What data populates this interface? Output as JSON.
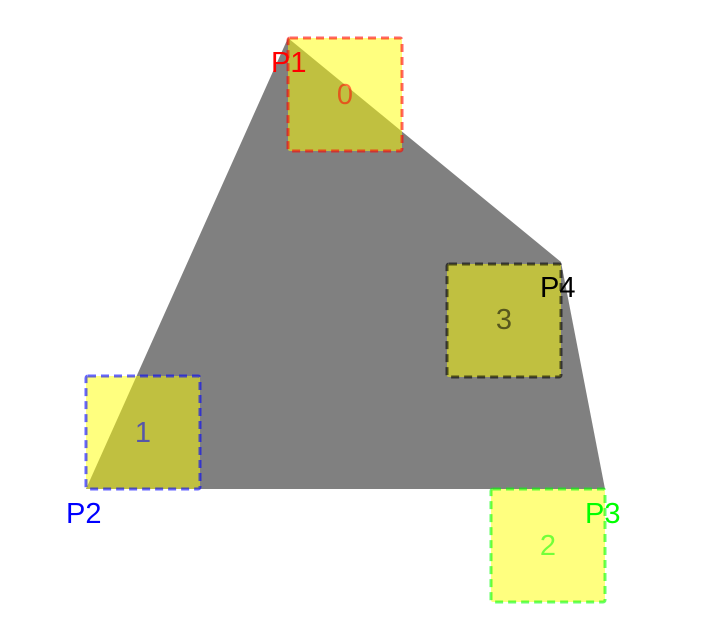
{
  "polygon": {
    "fill": "#808080",
    "vertices": [
      {
        "label": "P1",
        "color": "#ff0000"
      },
      {
        "label": "P2",
        "color": "#0000ff"
      },
      {
        "label": "P3",
        "color": "#00ff00"
      },
      {
        "label": "P4",
        "color": "#000000"
      }
    ]
  },
  "boxes": [
    {
      "label": "0",
      "stroke": "#ff0000"
    },
    {
      "label": "1",
      "stroke": "#0000ff"
    },
    {
      "label": "2",
      "stroke": "#00ff00"
    },
    {
      "label": "3",
      "stroke": "#000000"
    }
  ],
  "box_fill": "#ffff00",
  "box_fill_opacity": 0.5
}
